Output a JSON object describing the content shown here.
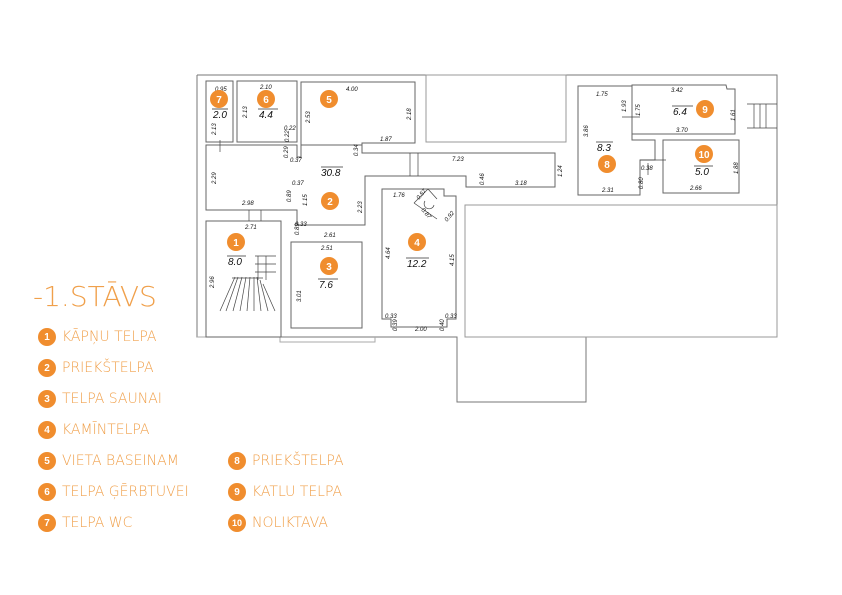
{
  "title": "-1.STĀVS",
  "accent_color": "#f08d2e",
  "legend_left": [
    {
      "num": "1",
      "label": "KĀPŅU TELPA"
    },
    {
      "num": "2",
      "label": "PRIEKŠTELPA"
    },
    {
      "num": "3",
      "label": "TELPA SAUNAI"
    },
    {
      "num": "4",
      "label": "KAMĪNTELPA"
    },
    {
      "num": "5",
      "label": "VIETA BASEINAM"
    },
    {
      "num": "6",
      "label": "TELPA ĢĒRBTUVEI"
    },
    {
      "num": "7",
      "label": "TELPA WC"
    }
  ],
  "legend_right": [
    {
      "num": "8",
      "label": "PRIEKŠTELPA"
    },
    {
      "num": "9",
      "label": "KATLU TELPA"
    },
    {
      "num": "10",
      "label": "NOLIKTAVA"
    }
  ],
  "rooms": [
    {
      "num": "1",
      "area": "8.0"
    },
    {
      "num": "2",
      "area": "30.8"
    },
    {
      "num": "3",
      "area": "7.6"
    },
    {
      "num": "4",
      "area": "12.2"
    },
    {
      "num": "5",
      "area": ""
    },
    {
      "num": "6",
      "area": "4.4"
    },
    {
      "num": "7",
      "area": "2.0"
    },
    {
      "num": "8",
      "area": "8.3"
    },
    {
      "num": "9",
      "area": "6.4"
    },
    {
      "num": "10",
      "area": "5.0"
    }
  ],
  "dimensions": {
    "r7_top": "0.95",
    "r7_side": "2.13",
    "r7_low": "2.13",
    "r6_top": "2.10",
    "r6_side": "2.13",
    "r6_a": "0.22",
    "r6_b": "0.22",
    "r5_top": "4.00",
    "r5_right": "2.18",
    "r5_left": "2.53",
    "r5_bottom": "1.87",
    "r5_c": "0.34",
    "c_a": "0.29",
    "c_b": "0.37",
    "c_left": "2.29",
    "c_c": "0.37",
    "c_d": "0.89",
    "c_e": "1.15",
    "c_f": "0.33",
    "c_g": "0.89",
    "c_h": "2.98",
    "c_i": "2.71",
    "c_j": "2.61",
    "c_k": "2.23",
    "r1_side": "2.96",
    "r3_top": "2.51",
    "r3_side": "3.01",
    "corr_top": "7.23",
    "corr_right": "1.24",
    "corr_bottom": "3.18",
    "corr_small": "0.46",
    "r4_top": "1.76",
    "r4_a": "0.57",
    "r4_b": "0.87",
    "r4_c": "0.92",
    "r4_left": "4.64",
    "r4_right": "4.15",
    "r4_bl": "0.33",
    "r4_br": "0.33",
    "r4_bl2": "0.39",
    "r4_br2": "0.40",
    "r4_bottom": "2.00",
    "r8_top": "1.75",
    "r8_side": "3.86",
    "r8_a": "1.93",
    "r8_bottom": "2.31",
    "r8_b": "0.80",
    "r8_c": "0.38",
    "r9_top": "3.42",
    "r9_left": "1.75",
    "r9_bottom": "3.70",
    "r9_right": "1.61",
    "r10_right": "1.88",
    "r10_bottom": "2.66"
  }
}
